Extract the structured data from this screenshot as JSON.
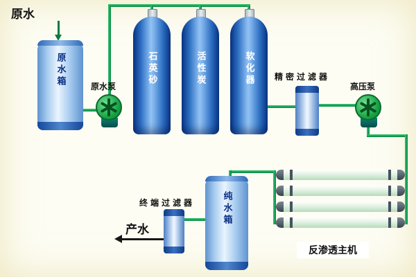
{
  "diagram": {
    "labels": {
      "raw_water": "原水",
      "raw_water_tank": "原水箱",
      "raw_water_pump": "原水泵",
      "quartz_sand": "石英砂",
      "activated_carbon": "活性炭",
      "softener": "软化器",
      "precision_filter": "精密过滤器",
      "high_pressure_pump": "高压泵",
      "ro_main_unit": "反渗透主机",
      "pure_water_tank": "纯水箱",
      "terminal_filter": "终端过滤器",
      "product_water": "产水"
    },
    "colors": {
      "pipe_green": "#00984a",
      "tank_dark_blue": "#1c55a8",
      "tank_light_blue": "#bcd8f2",
      "pump_green": "#25b14b",
      "label_dark_blue": "#0a2f86",
      "background": "#fdfdf4"
    }
  }
}
